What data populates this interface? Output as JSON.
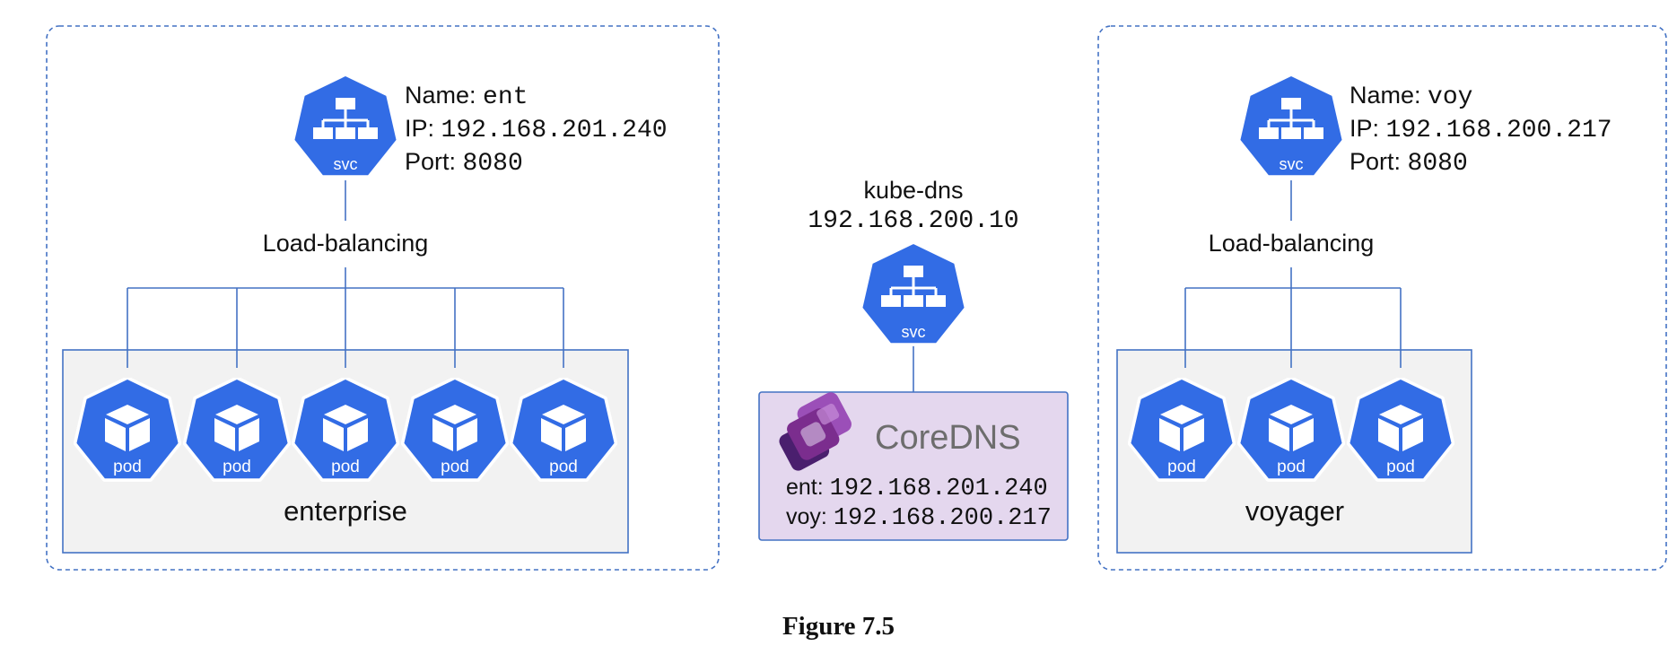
{
  "left_service": {
    "name_label": "Name:",
    "name_value": "ent",
    "ip_label": "IP:",
    "ip_value": "192.168.201.240",
    "port_label": "Port:",
    "port_value": "8080",
    "icon_text": "svc",
    "lb_label": "Load-balancing"
  },
  "left_namespace": {
    "label": "enterprise",
    "pods": [
      "pod",
      "pod",
      "pod",
      "pod",
      "pod"
    ]
  },
  "dns": {
    "title": "kube-dns",
    "ip": "192.168.200.10",
    "icon_text": "svc",
    "logo_text": "CoreDNS",
    "records": [
      {
        "label": "ent:",
        "value": "192.168.201.240"
      },
      {
        "label": "voy:",
        "value": "192.168.200.217"
      }
    ]
  },
  "right_service": {
    "name_label": "Name:",
    "name_value": "voy",
    "ip_label": "IP:",
    "ip_value": "192.168.200.217",
    "port_label": "Port:",
    "port_value": "8080",
    "icon_text": "svc",
    "lb_label": "Load-balancing"
  },
  "right_namespace": {
    "label": "voyager",
    "pods": [
      "pod",
      "pod",
      "pod"
    ]
  },
  "caption": "Figure 7.5",
  "colors": {
    "k8s_blue": "#326ce5",
    "line_blue": "#4472c4",
    "box_fill": "#f2f2f2",
    "dns_fill": "#e4d7ee",
    "coredns_purple": "#7b2d8e"
  }
}
